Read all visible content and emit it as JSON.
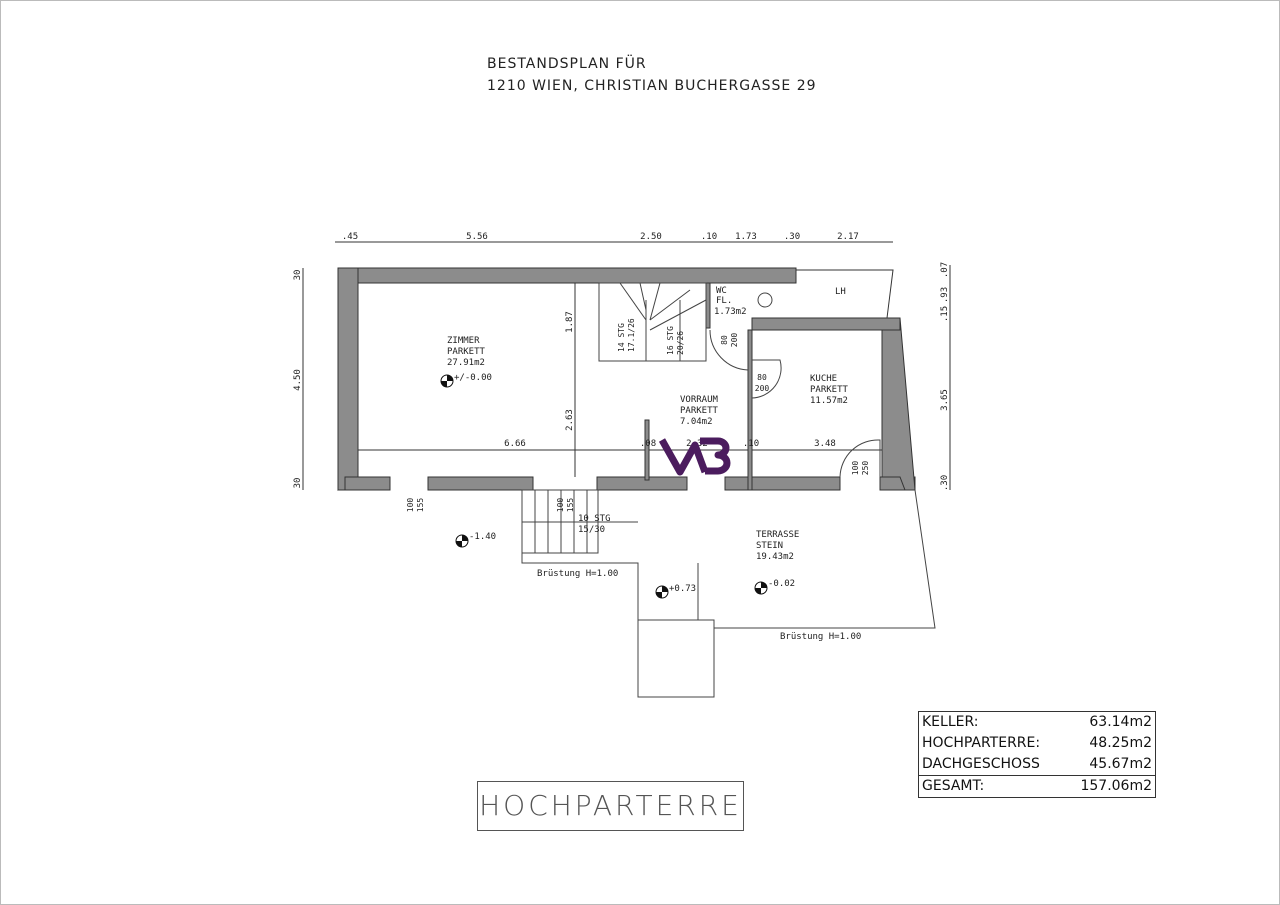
{
  "title": {
    "line1": "BESTANDSPLAN FÜR",
    "line2": "1210 WIEN, CHRISTIAN BUCHERGASSE 29"
  },
  "floor_label": "HOCHPARTERRE",
  "rooms": {
    "zimmer": {
      "name": "ZIMMER",
      "floor": "PARKETT",
      "area": "27.91m2"
    },
    "vorraum": {
      "name": "VORRAUM",
      "floor": "PARKETT",
      "area": "7.04m2"
    },
    "kueche": {
      "name": "KUCHE",
      "floor": "PARKETT",
      "area": "11.57m2"
    },
    "wc": {
      "name": "WC",
      "floor": "FL.",
      "area": "1.73m2"
    },
    "lh": {
      "name": "LH"
    },
    "terrasse": {
      "name": "TERRASSE",
      "floor": "STEIN",
      "area": "19.43m2"
    }
  },
  "levels": {
    "zimmer": "+/-0.00",
    "outside": "-1.40",
    "landing": "+0.73",
    "terrasse": "-0.02"
  },
  "railings": {
    "left": "Brüstung H=1.00",
    "right": "Brüstung H=1.00"
  },
  "stairs": {
    "s1a": "14 STG",
    "s1b": "17.1/26",
    "s2a": "16 STG",
    "s2b": "20/26",
    "s3a": "10 STG",
    "s3b": "15/30"
  },
  "dimensions": {
    "top": [
      ".45",
      "5.56",
      "2.50",
      ".10",
      "1.73",
      ".30",
      "2.17"
    ],
    "left": [
      "30",
      "4.50",
      "30"
    ],
    "right": [
      ".07",
      ".93",
      ".15",
      "3.65",
      ".30"
    ],
    "inner": [
      "1.87",
      "2.63",
      "6.66",
      ".08",
      "2.32",
      ".10",
      "3.48"
    ]
  },
  "doors": {
    "wc": [
      "80",
      "200"
    ],
    "kueche": [
      "80",
      "200"
    ],
    "terrasse": [
      "100",
      "250"
    ],
    "window1": [
      "100",
      "155"
    ],
    "window2": [
      "100",
      "155"
    ]
  },
  "area_table": [
    {
      "label": "KELLER:",
      "value": "63.14m2"
    },
    {
      "label": "HOCHPARTERRE:",
      "value": "48.25m2"
    },
    {
      "label": "DACHGESCHOSS",
      "value": "45.67m2"
    }
  ],
  "area_total": {
    "label": "GESAMT:",
    "value": "157.06m2"
  },
  "colors": {
    "wall": "#8c8c8c",
    "logo": "#4b1c5e"
  }
}
